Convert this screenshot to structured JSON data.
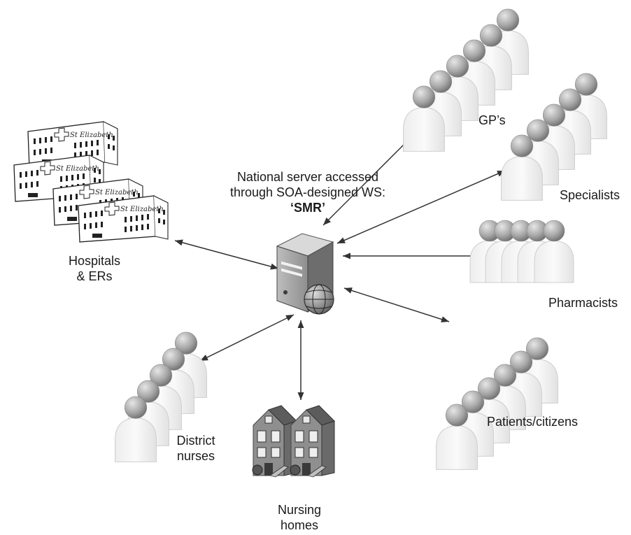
{
  "server": {
    "caption_line1": "National server accessed",
    "caption_line2": "through SOA-designed WS:",
    "caption_name": "‘SMR’",
    "icon": "server-globe-icon"
  },
  "groups": {
    "hospitals": {
      "line1": "Hospitals",
      "line2": "& ERs",
      "building_sign": "St Elizabeth",
      "icon": "hospital-building-icon"
    },
    "gps": {
      "label": "GP’s",
      "icon": "person-icon"
    },
    "specialists": {
      "label": "Specialists",
      "icon": "person-icon"
    },
    "pharmacists": {
      "label": "Pharmacists",
      "icon": "person-icon"
    },
    "patients": {
      "label": "Patients/citizens",
      "icon": "person-icon"
    },
    "district_nurses": {
      "line1": "District",
      "line2": "nurses",
      "icon": "person-icon"
    },
    "nursing_homes": {
      "line1": "Nursing",
      "line2": "homes",
      "icon": "house-icon"
    }
  },
  "colors": {
    "line": "#333333",
    "person_head": "#9a9a9a",
    "person_body": "#f4f4f4",
    "server": "#8a8a8a"
  }
}
